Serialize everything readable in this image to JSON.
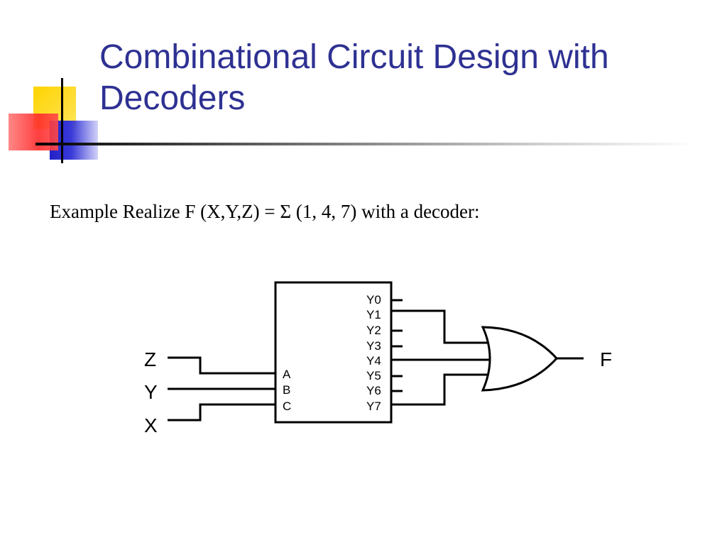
{
  "title": {
    "line1": "Combinational Circuit Design with",
    "line2": "Decoders"
  },
  "subtitle": "Example Realize F (X,Y,Z) = Σ (1, 4, 7) with a decoder:",
  "colors": {
    "title": "#2e3192",
    "logo_yellow": "#ffd400",
    "logo_blue": "#2121c8",
    "logo_red": "#ff2a2a"
  },
  "diagram": {
    "inputs": [
      "Z",
      "Y",
      "X"
    ],
    "decoder_inputs": [
      "A",
      "B",
      "C"
    ],
    "decoder_outputs": [
      "Y0",
      "Y1",
      "Y2",
      "Y3",
      "Y4",
      "Y5",
      "Y6",
      "Y7"
    ],
    "or_gate_inputs": [
      "Y1",
      "Y4",
      "Y7"
    ],
    "output": "F"
  }
}
